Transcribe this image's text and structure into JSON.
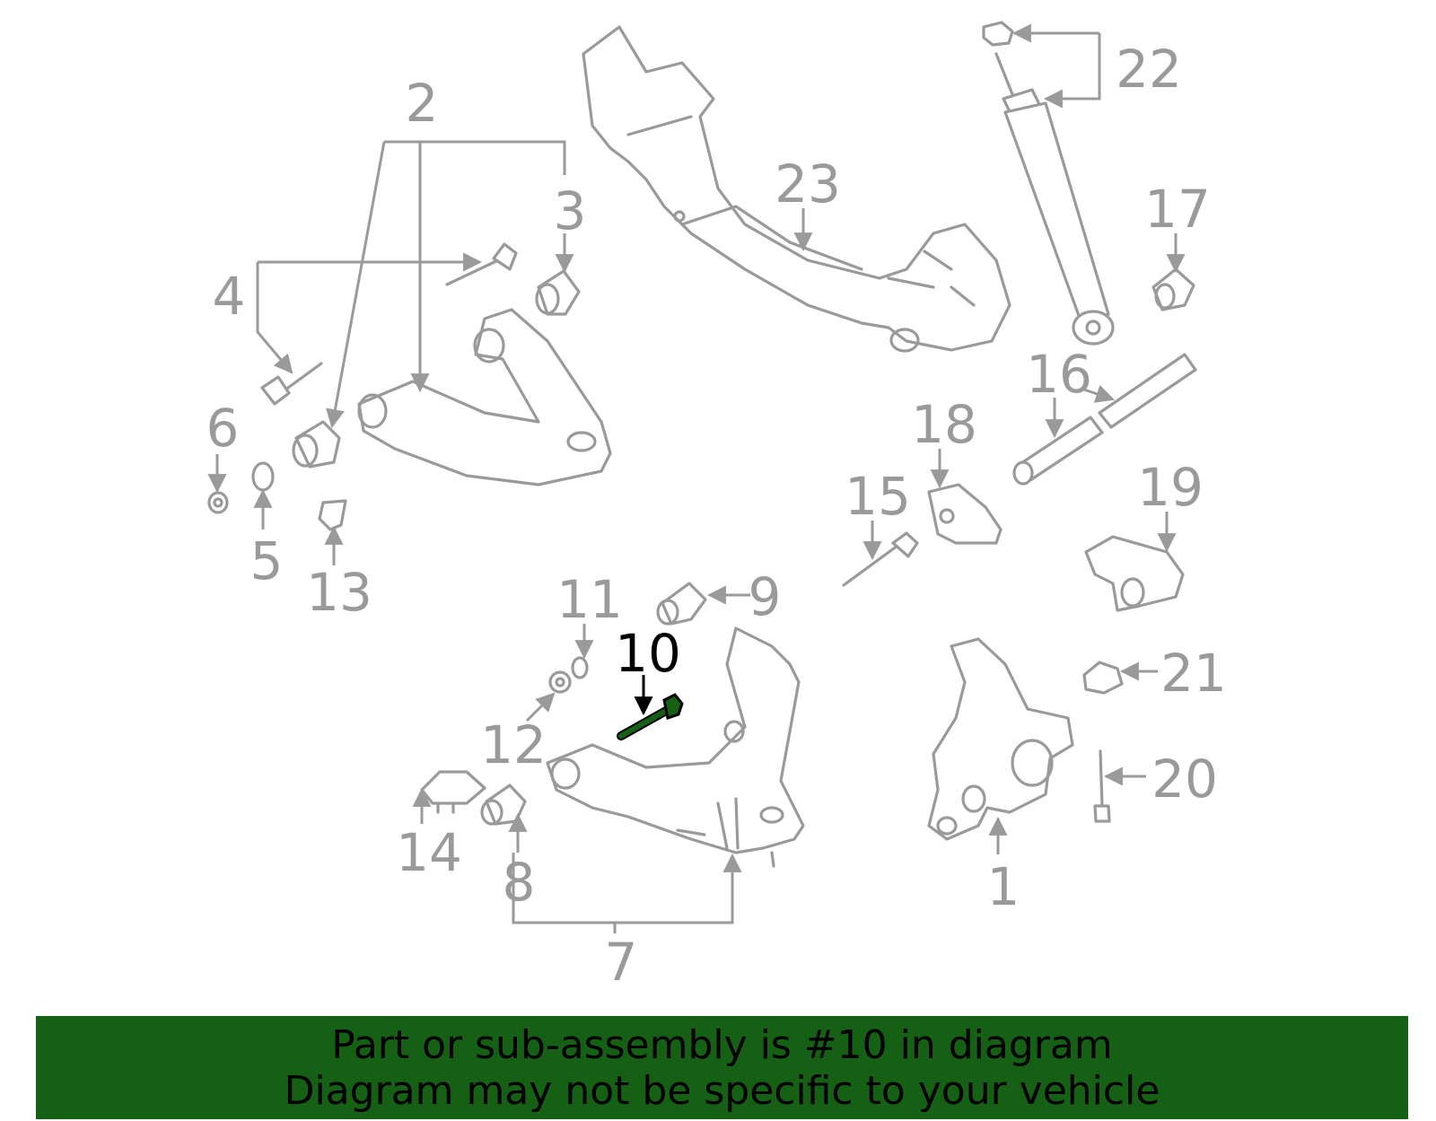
{
  "diagram": {
    "highlight_color": "#156014",
    "callouts": [
      {
        "id": "1",
        "text": "1"
      },
      {
        "id": "2",
        "text": "2"
      },
      {
        "id": "3",
        "text": "3"
      },
      {
        "id": "4",
        "text": "4"
      },
      {
        "id": "5",
        "text": "5"
      },
      {
        "id": "6",
        "text": "6"
      },
      {
        "id": "7",
        "text": "7"
      },
      {
        "id": "8",
        "text": "8"
      },
      {
        "id": "9",
        "text": "9"
      },
      {
        "id": "10",
        "text": "10"
      },
      {
        "id": "11",
        "text": "11"
      },
      {
        "id": "12",
        "text": "12"
      },
      {
        "id": "13",
        "text": "13"
      },
      {
        "id": "14",
        "text": "14"
      },
      {
        "id": "15",
        "text": "15"
      },
      {
        "id": "16",
        "text": "16"
      },
      {
        "id": "17",
        "text": "17"
      },
      {
        "id": "18",
        "text": "18"
      },
      {
        "id": "19",
        "text": "19"
      },
      {
        "id": "20",
        "text": "20"
      },
      {
        "id": "21",
        "text": "21"
      },
      {
        "id": "22",
        "text": "22"
      },
      {
        "id": "23",
        "text": "23"
      }
    ]
  },
  "banner": {
    "line1": "Part or sub-assembly is #10 in diagram",
    "line2": "Diagram may not be specific to your vehicle",
    "background": "#156014"
  }
}
